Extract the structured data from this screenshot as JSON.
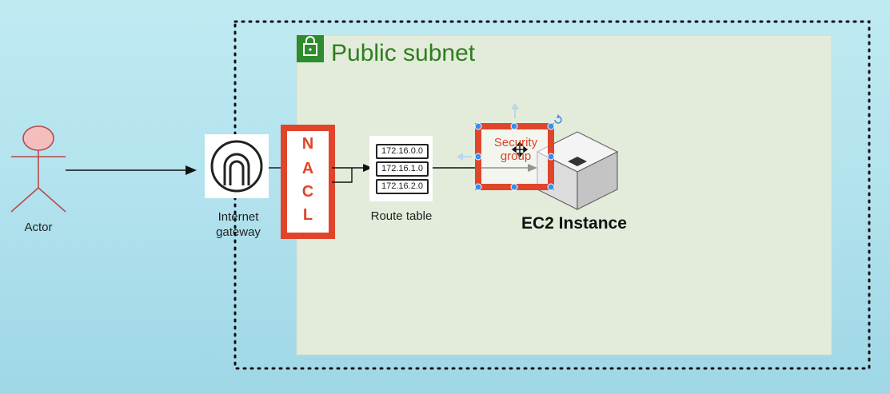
{
  "subnet": {
    "title": "Public subnet",
    "icon": "lock-icon",
    "accent": "#2e7d1f"
  },
  "actor": {
    "label": "Actor"
  },
  "internet_gateway": {
    "label": "Internet gateway"
  },
  "nacl": {
    "letters": [
      "N",
      "A",
      "C",
      "L"
    ],
    "color": "#e0452b"
  },
  "route_table": {
    "label": "Route table",
    "entries": [
      "172.16.0.0",
      "172.16.1.0",
      "172.16.2.0"
    ]
  },
  "security_group": {
    "label": "Security group",
    "color": "#e0452b"
  },
  "ec2": {
    "label": "EC2 Instance"
  }
}
